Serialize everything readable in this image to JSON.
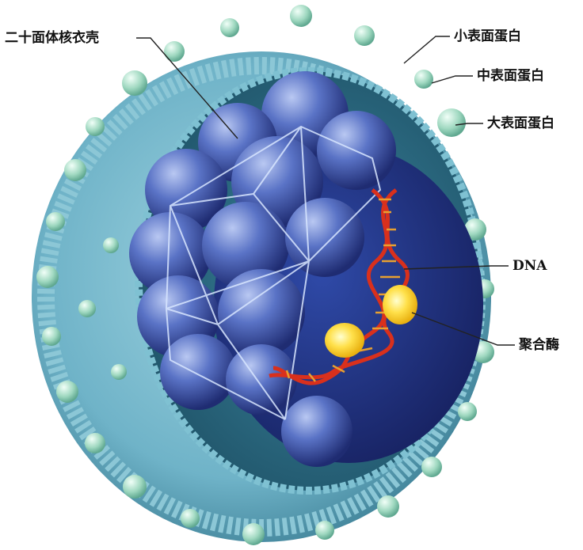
{
  "labels": {
    "icosahedral_capsid": "二十面体核衣壳",
    "small_surface_protein": "小表面蛋白",
    "middle_surface_protein": "中表面蛋白",
    "large_surface_protein": "大表面蛋白",
    "dna": "DNA",
    "polymerase": "聚合酶"
  },
  "colors": {
    "envelope": "#6fb3c8",
    "envelope_dark": "#3d7f95",
    "interior": "#2f6f86",
    "capsid": "#4f6fc0",
    "capsid_dark": "#23307a",
    "protein_knob": "#bfe6d4",
    "dna_strand": "#d9301c",
    "dna_rung": "#e8a030",
    "polymerase": "#ffe04a",
    "leader_line": "#222222"
  }
}
